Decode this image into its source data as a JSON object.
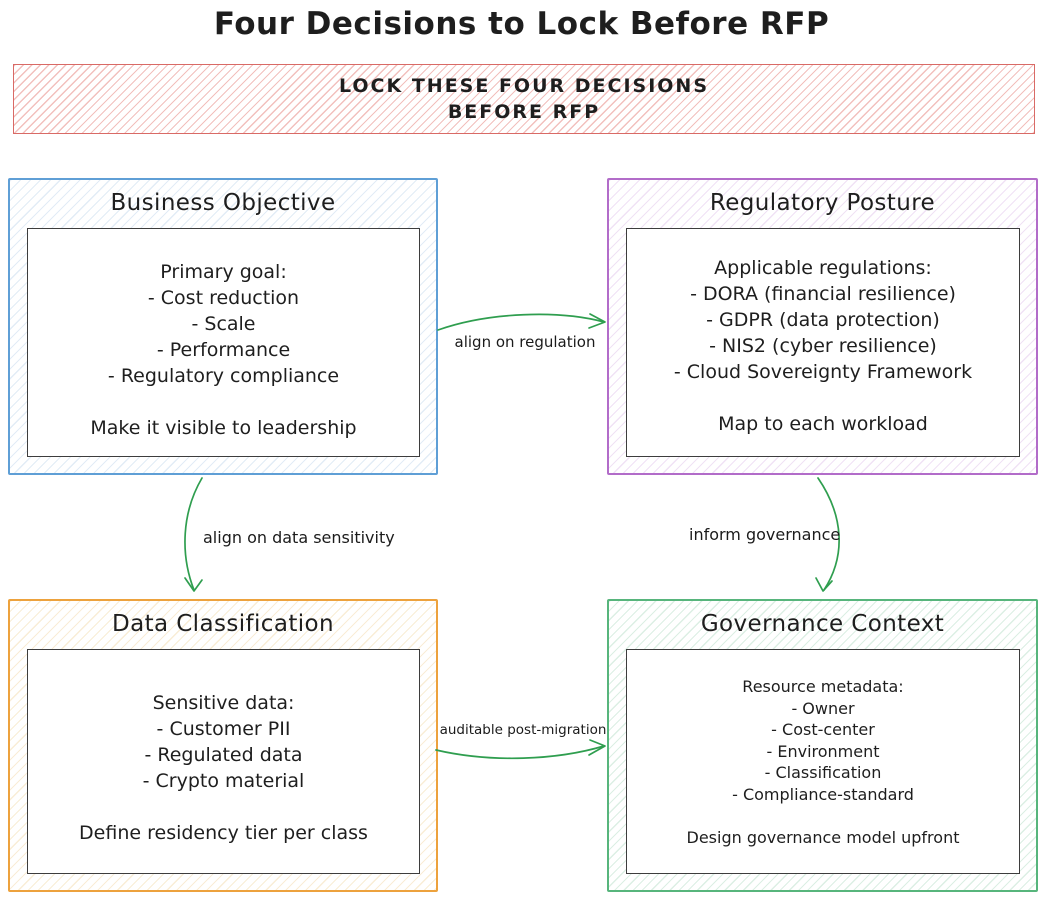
{
  "page_title": "Four Decisions to Lock Before RFP",
  "banner": {
    "line1": "LOCK THESE FOUR DECISIONS",
    "line2": "BEFORE RFP"
  },
  "boxes": [
    {
      "id": "business-objective",
      "title": "Business Objective",
      "lines": [
        "Primary goal:",
        "- Cost reduction",
        "- Scale",
        "- Performance",
        "- Regulatory compliance",
        "",
        "Make it visible to leadership"
      ]
    },
    {
      "id": "regulatory-posture",
      "title": "Regulatory Posture",
      "lines": [
        "Applicable regulations:",
        "- DORA (financial resilience)",
        "- GDPR (data protection)",
        "- NIS2 (cyber resilience)",
        "- Cloud Sovereignty Framework",
        "",
        "Map to each workload"
      ]
    },
    {
      "id": "data-classification",
      "title": "Data Classification",
      "lines": [
        "Sensitive data:",
        "- Customer PII",
        "- Regulated data",
        "- Crypto material",
        "",
        "Define residency tier per class"
      ]
    },
    {
      "id": "governance-context",
      "title": "Governance Context",
      "lines": [
        "Resource metadata:",
        "- Owner",
        "- Cost-center",
        "- Environment",
        "- Classification",
        "- Compliance-standard",
        "",
        "Design governance model upfront"
      ]
    }
  ],
  "arrows": [
    {
      "id": "align-on-regulation",
      "label": "align on regulation",
      "from": "business-objective",
      "to": "regulatory-posture"
    },
    {
      "id": "align-on-data-sensitivity",
      "label": "align on data sensitivity",
      "from": "business-objective",
      "to": "data-classification"
    },
    {
      "id": "inform-governance",
      "label": "inform governance",
      "from": "regulatory-posture",
      "to": "governance-context"
    },
    {
      "id": "auditable-post-migration",
      "label": "auditable post-migration",
      "from": "data-classification",
      "to": "governance-context"
    }
  ],
  "colors": {
    "ink": "#1e1e1e",
    "inner-border": "#3d3d3d",
    "banner-border": "#d96a66",
    "banner-hatch": "#f2c0bd",
    "blue-border": "#5f9fd6",
    "blue-hatch": "#e2ecf6",
    "purple-border": "#b26cc9",
    "purple-hatch": "#f0e2f5",
    "orange-border": "#eda23d",
    "orange-hatch": "#f9edd6",
    "green-border": "#57b57c",
    "green-hatch": "#dcefe4",
    "arrow-green": "#2f9e4f"
  }
}
